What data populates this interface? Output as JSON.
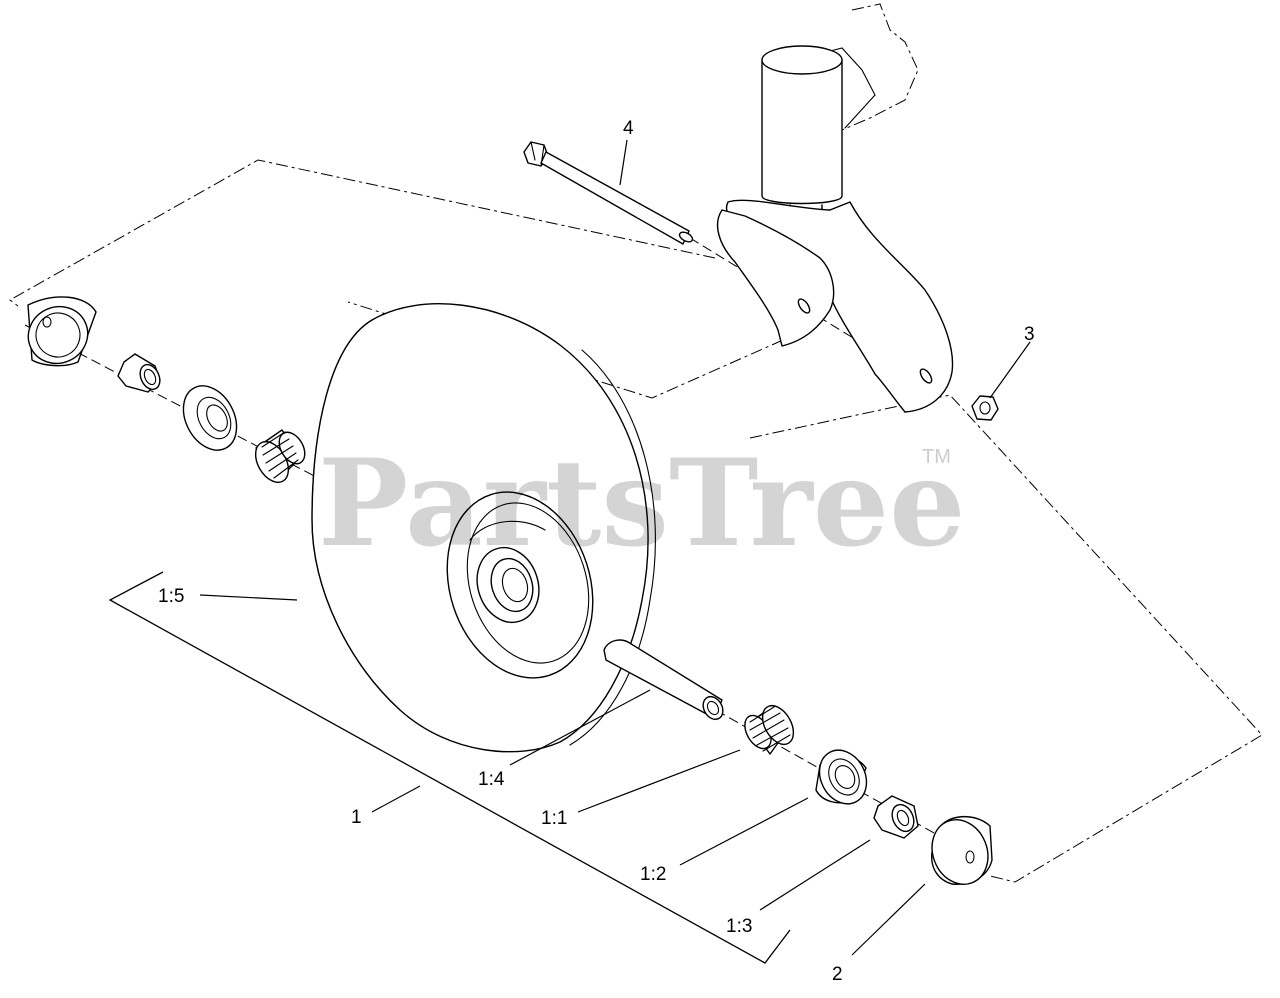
{
  "watermark": {
    "text": "PartsTree",
    "trademark": "TM"
  },
  "callouts": {
    "c1": "1",
    "c2": "2",
    "c3": "3",
    "c4": "4",
    "c1_1": "1:1",
    "c1_2": "1:2",
    "c1_3": "1:3",
    "c1_4": "1:4",
    "c1_5": "1:5"
  }
}
